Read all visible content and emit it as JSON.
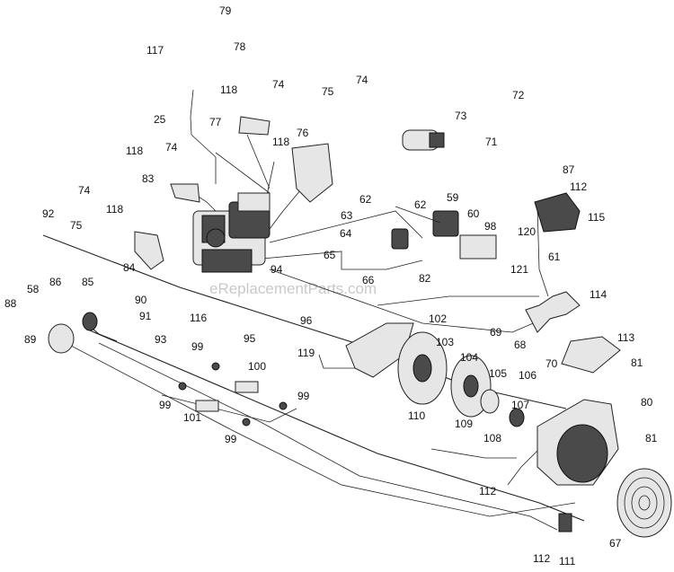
{
  "watermark": "eReplacementParts.com",
  "callouts": [
    "79",
    "117",
    "78",
    "118",
    "74",
    "25",
    "77",
    "75",
    "74",
    "72",
    "73",
    "71",
    "76",
    "118",
    "74",
    "83",
    "118",
    "74",
    "75",
    "118",
    "84",
    "92",
    "62",
    "59",
    "62",
    "63",
    "60",
    "64",
    "98",
    "65",
    "66",
    "82",
    "87",
    "112",
    "115",
    "120",
    "121",
    "61",
    "114",
    "94",
    "90",
    "91",
    "93",
    "116",
    "95",
    "96",
    "119",
    "58",
    "86",
    "85",
    "88",
    "89",
    "102",
    "69",
    "68",
    "103",
    "104",
    "70",
    "113",
    "81",
    "99",
    "100",
    "99",
    "99",
    "101",
    "99",
    "105",
    "106",
    "107",
    "110",
    "109",
    "108",
    "80",
    "81",
    "112",
    "67",
    "112",
    "111"
  ]
}
